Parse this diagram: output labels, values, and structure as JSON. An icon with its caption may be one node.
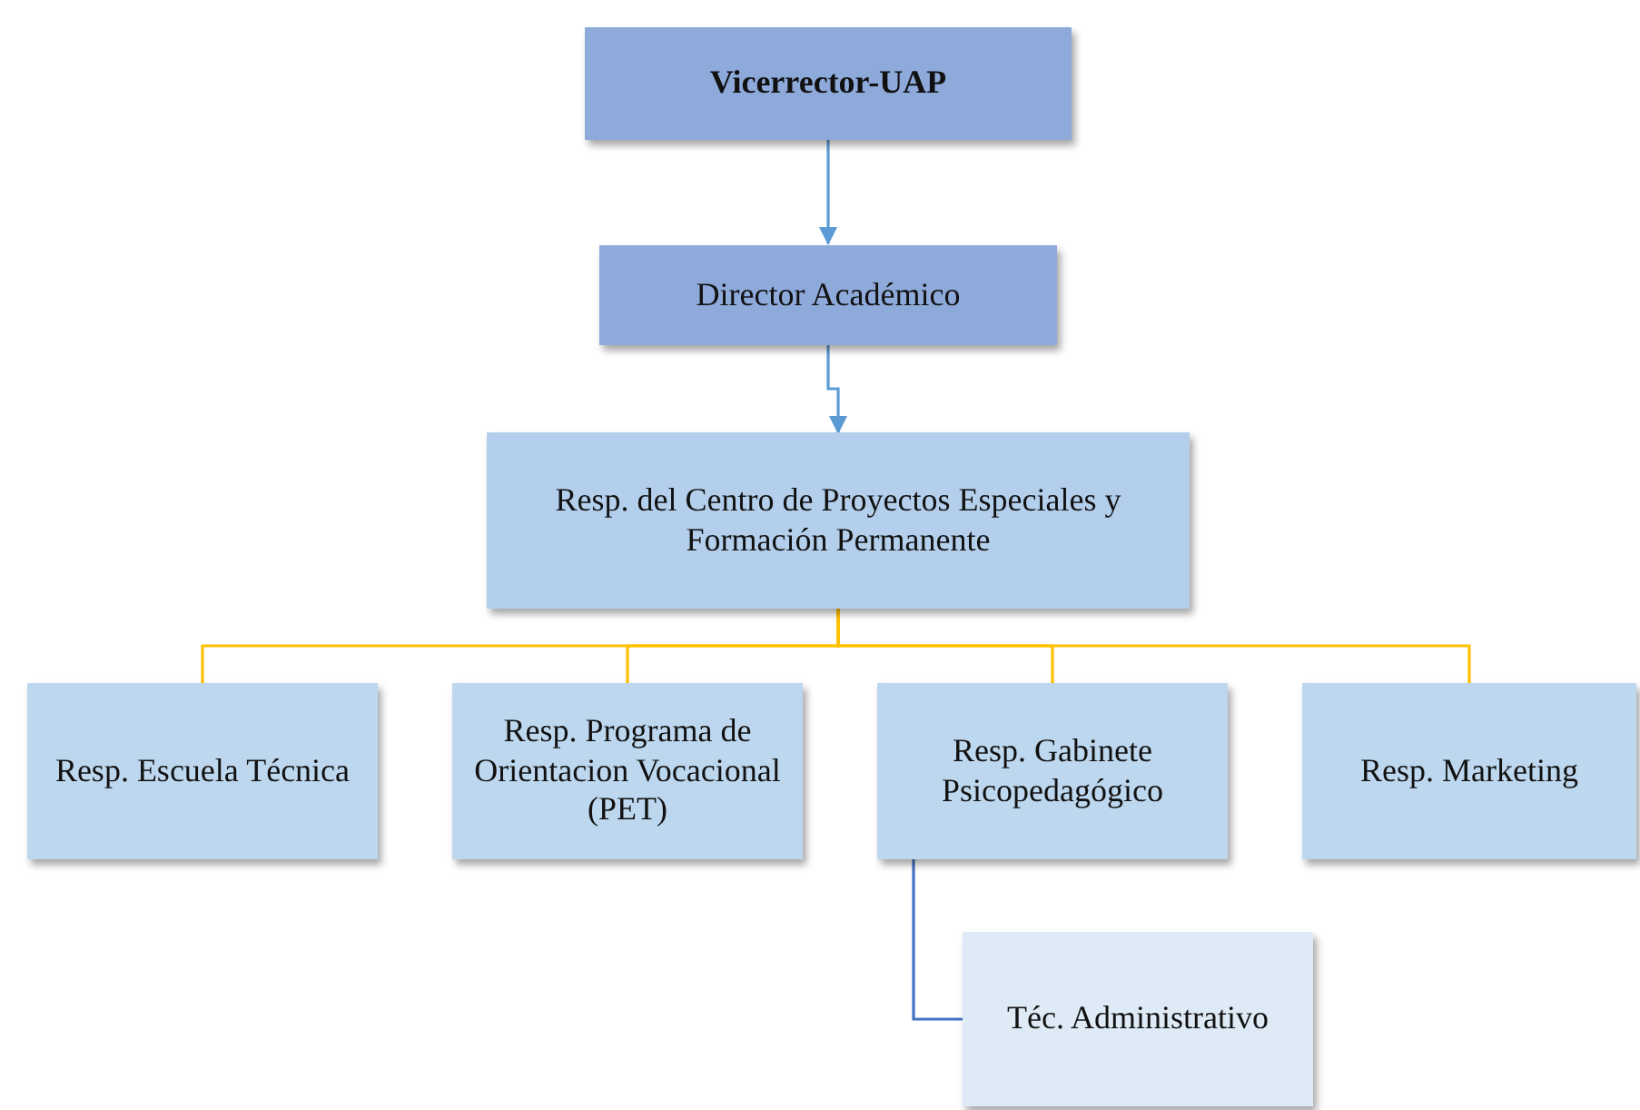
{
  "diagram": {
    "nodes": [
      {
        "text": [
          "Vicerrector-UAP"
        ]
      },
      {
        "text": [
          "Director Académico"
        ]
      },
      {
        "text": [
          "Resp. del Centro de Proyectos Especiales y Formación Permanente"
        ]
      },
      {
        "text": [
          "Resp. Escuela Técnica"
        ]
      },
      {
        "text": [
          "Resp. Programa de Orientacion Vocacional (PET)"
        ]
      },
      {
        "text": [
          "Resp. Gabinete Psicopedagógico"
        ]
      },
      {
        "text": [
          "Resp. Marketing"
        ]
      },
      {
        "text": [
          "Téc. Administrativo"
        ]
      }
    ],
    "edges": [
      {
        "from": 0,
        "to": 1,
        "arrow": "to",
        "color": "#5b9bd5"
      },
      {
        "from": 1,
        "to": 2,
        "arrow": "to",
        "color": "#5b9bd5"
      },
      {
        "from": 2,
        "to": 3,
        "arrow": "none"
      },
      {
        "from": 2,
        "to": 4,
        "arrow": "none"
      },
      {
        "from": 2,
        "to": 5,
        "arrow": "none"
      },
      {
        "from": 2,
        "to": 6,
        "arrow": "none"
      },
      {
        "from": 5,
        "to": 7,
        "arrow": "none",
        "color": "#4472c4"
      }
    ]
  }
}
